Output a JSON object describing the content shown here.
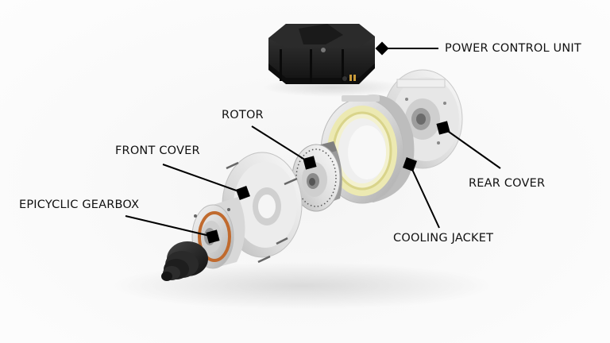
{
  "diagram": {
    "type": "exploded-view",
    "subject": "electric motor assembly",
    "background_color": "#fbfbfb",
    "label_color": "#111111",
    "leader_color": "#000000",
    "components": [
      {
        "id": "power_control_unit",
        "label": "POWER CONTROL UNIT",
        "marker": "diamond"
      },
      {
        "id": "rotor",
        "label": "ROTOR",
        "marker": "square"
      },
      {
        "id": "front_cover",
        "label": "FRONT COVER",
        "marker": "square"
      },
      {
        "id": "epicyclic_gearbox",
        "label": "EPICYCLIC GEARBOX",
        "marker": "square"
      },
      {
        "id": "cooling_jacket",
        "label": "COOLING JACKET",
        "marker": "square"
      },
      {
        "id": "rear_cover",
        "label": "REAR COVER",
        "marker": "square"
      }
    ],
    "colors": {
      "pcu_body": "#1c1c1c",
      "aluminum": "#d9d9d9",
      "stator_winding": "#e9e6a8",
      "seal_ring": "#c06a2e",
      "rubber_boot": "#222222"
    }
  },
  "labels": {
    "pcu": "POWER CONTROL UNIT",
    "rotor": "ROTOR",
    "front_cover": "FRONT COVER",
    "gearbox": "EPICYCLIC GEARBOX",
    "cooling_jacket": "COOLING JACKET",
    "rear_cover": "REAR COVER"
  }
}
